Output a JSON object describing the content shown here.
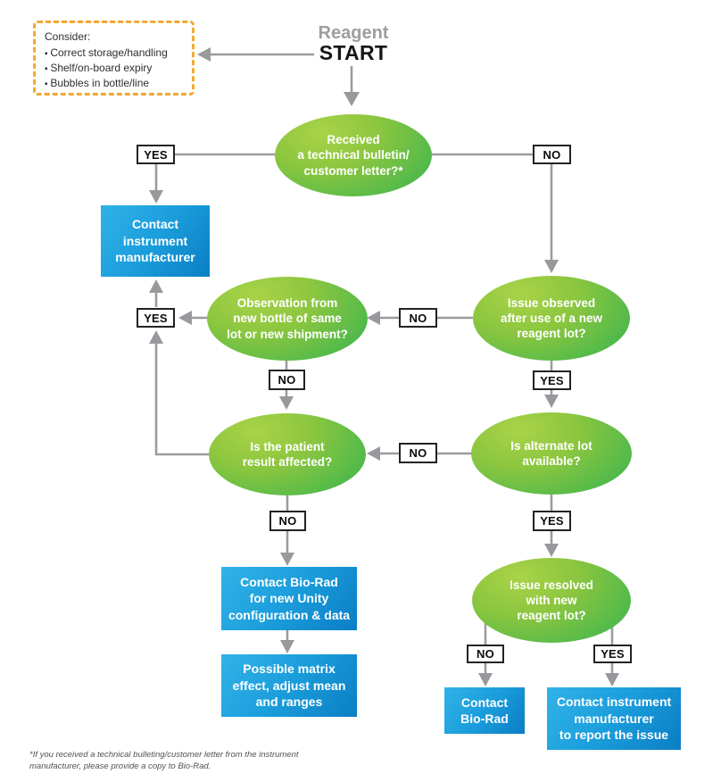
{
  "palette": {
    "green_light": "#a9d348",
    "green_dark": "#2baf4b",
    "blue_light": "#31b2e7",
    "blue_dark": "#0b7ec4",
    "arrow_gray": "#9a9c9e",
    "dashed_box_orange": "#f5a733"
  },
  "start": {
    "brand": "Reagent",
    "label": "START"
  },
  "consider": {
    "title": "Consider:",
    "items": [
      "Correct storage/handling",
      "Shelf/on-board expiry",
      "Bubbles in bottle/line"
    ]
  },
  "labels": {
    "yes": "YES",
    "no": "NO"
  },
  "decisions": {
    "bulletin": "Received\na technical bulletin/\ncustomer letter?*",
    "new_lot": "Issue observed\nafter use of a new\nreagent lot?",
    "new_bottle": "Observation from\nnew bottle of same\nlot or new shipment?",
    "patient_result": "Is the patient\nresult affected?",
    "alternate_lot": "Is alternate lot\navailable?",
    "resolved": "Issue resolved\nwith new\nreagent lot?"
  },
  "actions": {
    "contact_manufacturer": "Contact\ninstrument\nmanufacturer",
    "contact_biorad_unity": "Contact Bio-Rad\nfor new Unity\nconfiguration & data",
    "matrix_effect": "Possible matrix\neffect, adjust mean\nand ranges",
    "contact_biorad": "Contact\nBio-Rad",
    "contact_manufacturer_report": "Contact instrument\nmanufacturer\nto report the issue"
  },
  "footnote": "*If you received a technical bulleting/customer letter from the instrument\nmanufacturer, please provide a copy to Bio-Rad."
}
